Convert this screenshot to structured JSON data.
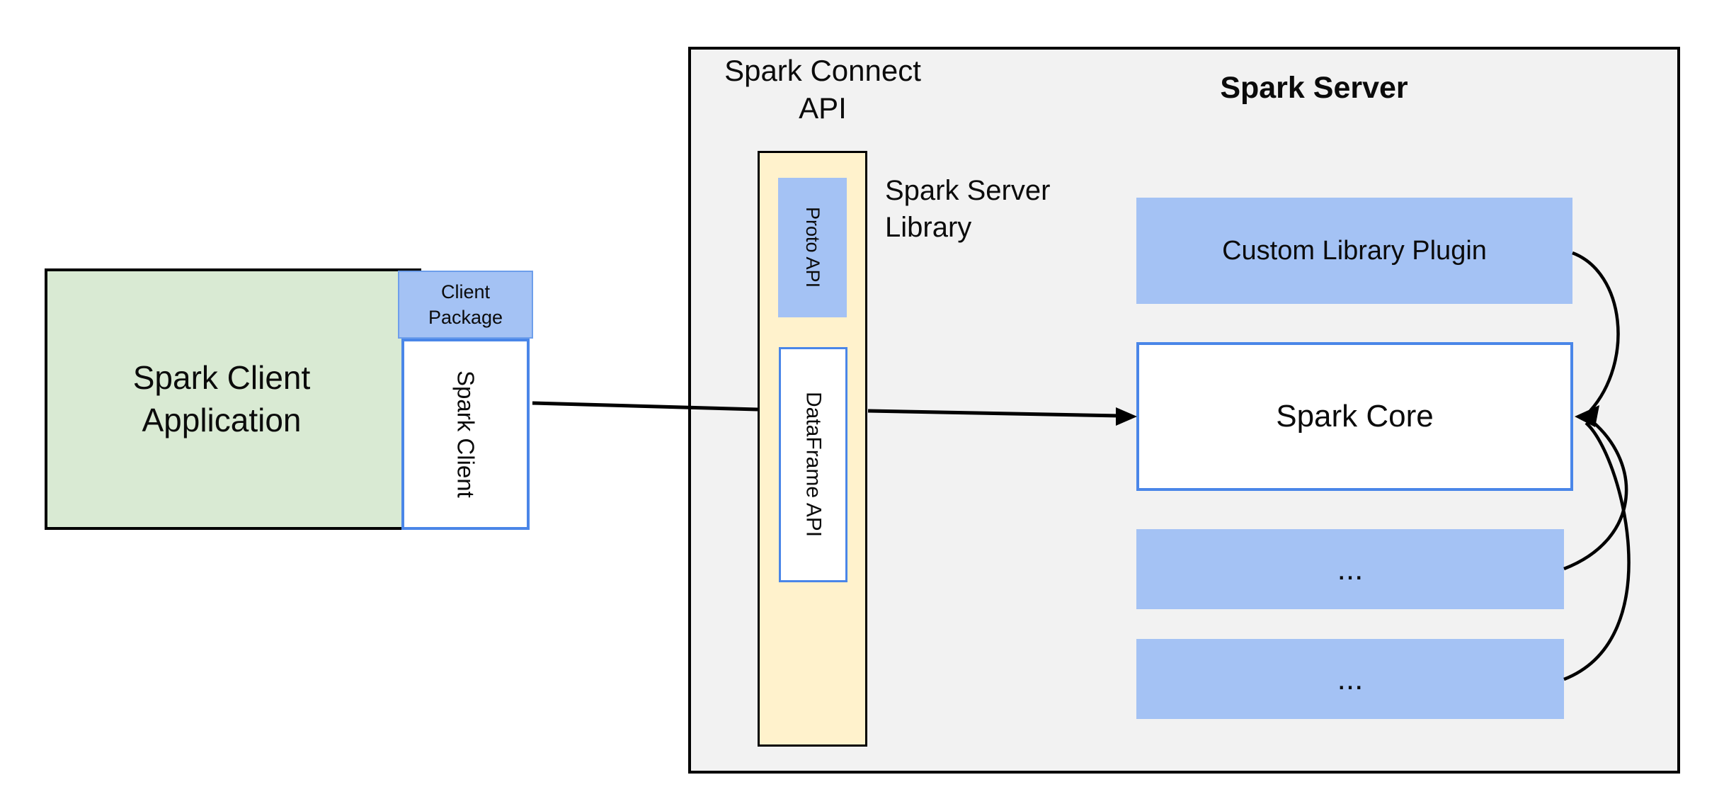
{
  "titles": {
    "spark_connect_api": "Spark Connect\nAPI",
    "spark_server": "Spark Server",
    "spark_server_library": "Spark Server\nLibrary"
  },
  "boxes": {
    "spark_client_application": "Spark Client\nApplication",
    "client_package": "Client\nPackage",
    "spark_client": "Spark Client",
    "proto_api": "Proto API",
    "dataframe_api": "DataFrame API",
    "custom_library_plugin": "Custom Library Plugin",
    "spark_core": "Spark Core",
    "ellipsis_box_1": "...",
    "ellipsis_box_2": "..."
  },
  "colors": {
    "green_fill": "#d9ead3",
    "blue_fill": "#a4c2f4",
    "yellow_fill": "#fff2cc",
    "gray_fill": "#f2f2f2",
    "blue_border": "#4a86e8",
    "black": "#000000"
  },
  "connections": [
    {
      "from": "Spark Client",
      "to": "Spark Connect API column"
    },
    {
      "from": "DataFrame API",
      "to": "Spark Core"
    },
    {
      "from": "Custom Library Plugin",
      "to": "Spark Core"
    },
    {
      "from": "ellipsis box 1",
      "to": "Spark Core"
    },
    {
      "from": "ellipsis box 2",
      "to": "Spark Core"
    }
  ]
}
